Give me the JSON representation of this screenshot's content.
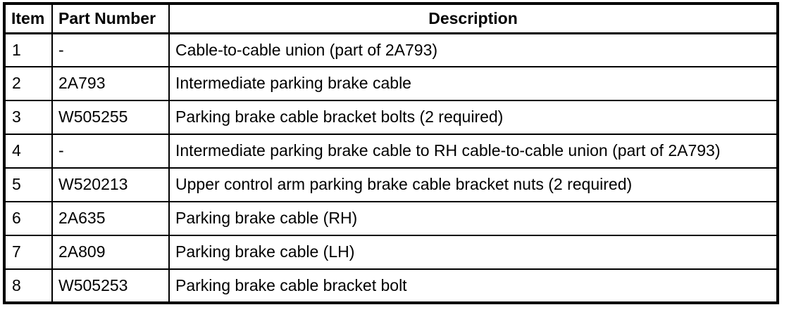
{
  "colors": {
    "border": "#000000",
    "background": "#ffffff",
    "text": "#000000"
  },
  "table": {
    "headers": [
      "Item",
      "Part Number",
      "Description"
    ],
    "rows": [
      [
        "1",
        "-",
        "Cable-to-cable union (part of 2A793)"
      ],
      [
        "2",
        "2A793",
        "Intermediate parking brake cable"
      ],
      [
        "3",
        "W505255",
        "Parking brake cable bracket bolts (2 required)"
      ],
      [
        "4",
        "-",
        "Intermediate parking brake cable to RH cable-to-cable union (part of 2A793)"
      ],
      [
        "5",
        "W520213",
        "Upper control arm parking brake cable bracket nuts (2 required)"
      ],
      [
        "6",
        "2A635",
        "Parking brake cable (RH)"
      ],
      [
        "7",
        "2A809",
        "Parking brake cable (LH)"
      ],
      [
        "8",
        "W505253",
        "Parking brake cable bracket bolt"
      ]
    ]
  }
}
